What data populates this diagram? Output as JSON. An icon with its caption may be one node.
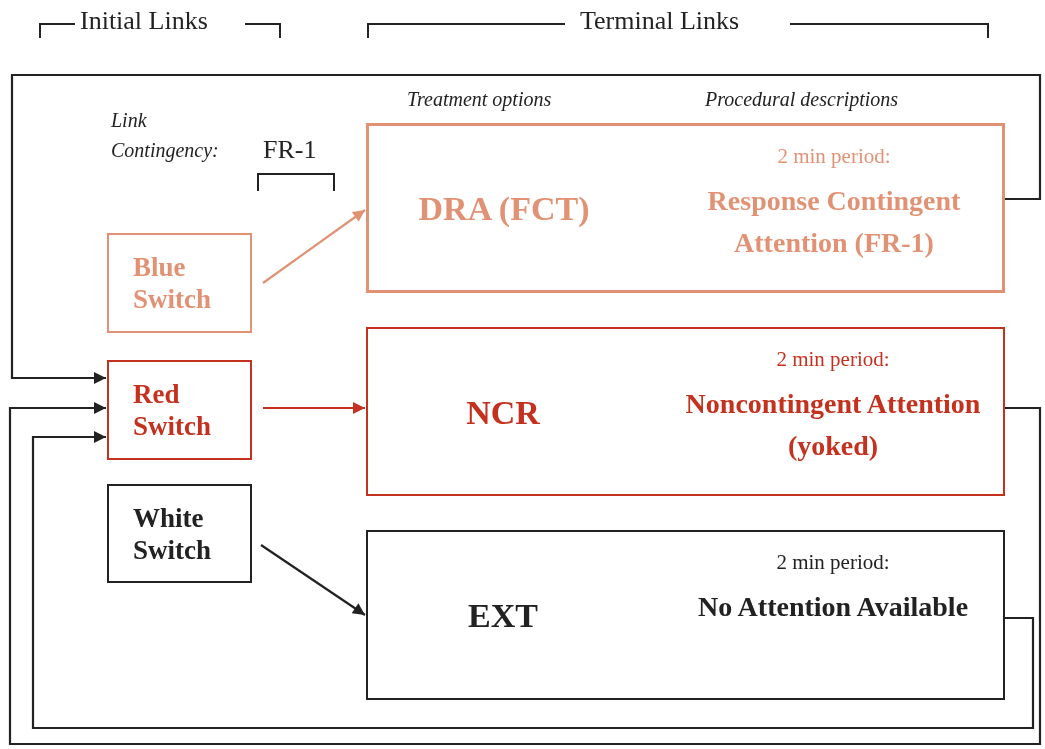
{
  "diagram": {
    "nodes": [
      {
        "text": [
          "Blue Switch"
        ]
      },
      {
        "text": [
          "Red Switch"
        ]
      },
      {
        "text": [
          "White Switch"
        ]
      },
      {
        "text": [
          "DRA (FCT)",
          "2 min period:",
          "Response Contingent Attention (FR-1)"
        ]
      },
      {
        "text": [
          "NCR",
          "2 min period:",
          "Noncontingent Attention (yoked)"
        ]
      },
      {
        "text": [
          "EXT",
          "2 min period:",
          "No Attention Available"
        ]
      }
    ],
    "edges": [
      {
        "from": 0,
        "to": 3,
        "arrow": "to",
        "color": "#e29274"
      },
      {
        "from": 1,
        "to": 4,
        "arrow": "to",
        "color": "#c4321f"
      },
      {
        "from": 2,
        "to": 5,
        "arrow": "to"
      },
      {
        "from": 3,
        "to": 1,
        "arrow": "to"
      },
      {
        "from": 4,
        "to": 1,
        "arrow": "to"
      },
      {
        "from": 5,
        "to": 1,
        "arrow": "to"
      }
    ],
    "labels": [
      "Initial Links",
      "Terminal Links",
      "Link Contingency:",
      "FR-1",
      "Treatment options",
      "Procedural descriptions"
    ]
  }
}
